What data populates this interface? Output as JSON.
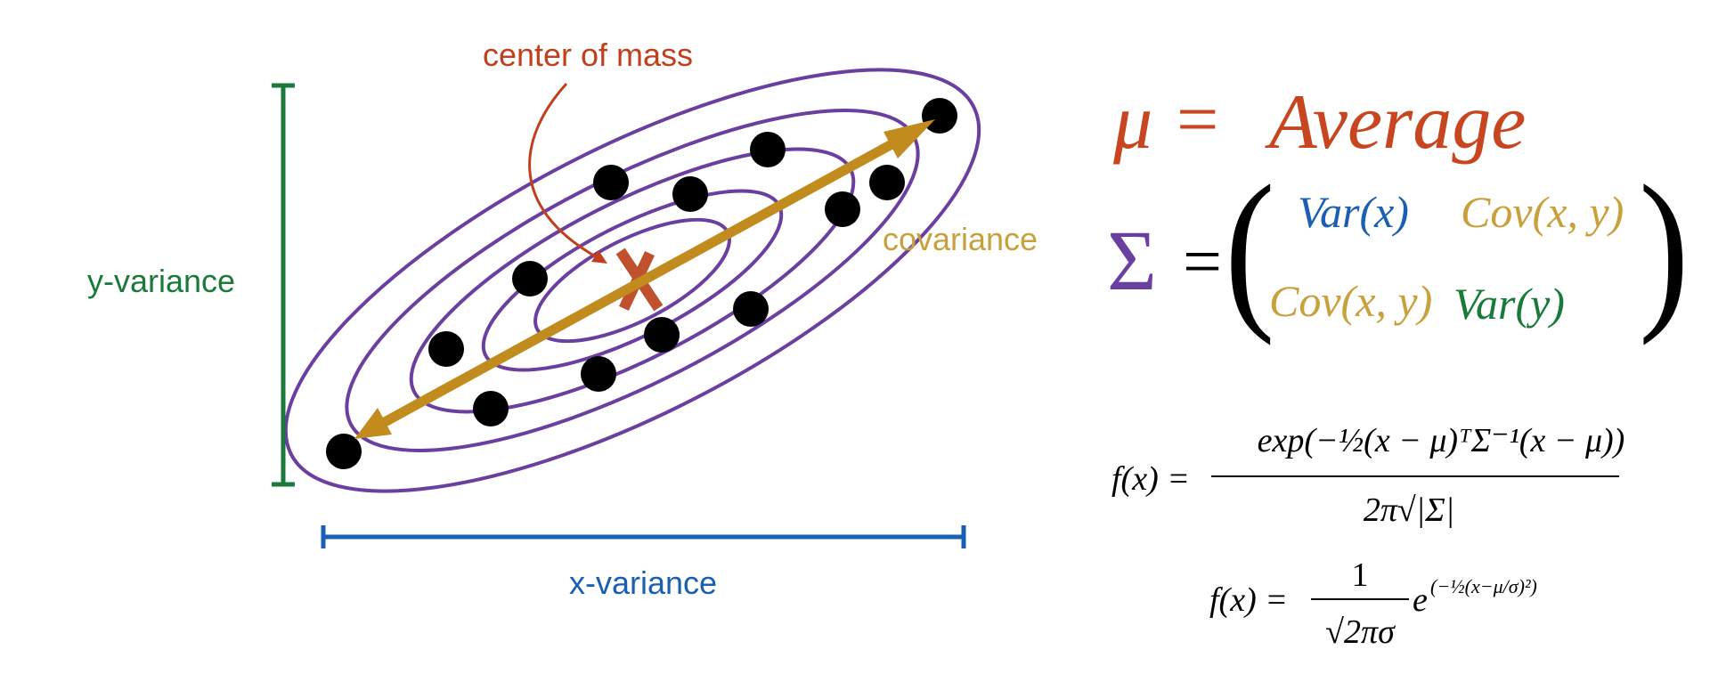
{
  "labels": {
    "center_of_mass": "center of mass",
    "covariance": "covariance",
    "y_variance": "y-variance",
    "x_variance": "x-variance"
  },
  "equations": {
    "mu_symbol": "μ",
    "equals": "=",
    "mu_rhs": "Average",
    "sigma_symbol": "Σ",
    "matrix": {
      "a11": "Var(x)",
      "a12": "Cov(x, y)",
      "a21": "Cov(x, y)",
      "a22": "Var(y)"
    },
    "pdf_multivariate": {
      "lhs": "f(x) =",
      "numerator": "exp(−½(x − μ)ᵀΣ⁻¹(x − μ))",
      "denominator": "2π√|Σ|"
    },
    "pdf_univariate": {
      "lhs": "f(x) =",
      "numerator": "1",
      "denominator": "√2πσ",
      "exponent_base": "e",
      "exponent": "(−½(x−μ/σ)²)"
    }
  },
  "colors": {
    "ellipse": "#6b3fa0",
    "point": "#000000",
    "arrow": "#c18b1e",
    "center_marker": "#c0502e",
    "center_label": "#c0401e",
    "y_variance": "#1a7a3a",
    "x_variance": "#1a5fb4",
    "mu_equation": "#c8461f",
    "sigma": "#6b3fa0",
    "var_x": "#1a5fb4",
    "cov": "#c8a03c",
    "var_y": "#1a7a3a",
    "formula": "#000000"
  },
  "icons": {
    "center_marker": "x-mark-icon",
    "arrow": "double-headed-arrow-icon"
  }
}
